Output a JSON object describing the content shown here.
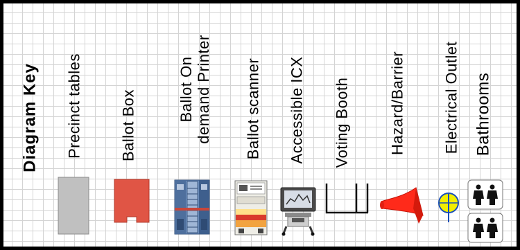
{
  "title": "Diagram Key",
  "items": [
    {
      "label": "Precinct tables"
    },
    {
      "label": "Ballot Box"
    },
    {
      "label": "Ballot On demand Printer"
    },
    {
      "label": "Ballot scanner"
    },
    {
      "label": "Accessible ICX"
    },
    {
      "label": "Voting Booth"
    },
    {
      "label": "Hazard/Barrier"
    },
    {
      "label": "Electrical Outlet"
    },
    {
      "label": "Bathrooms"
    }
  ],
  "colors": {
    "border": "#000000",
    "grid": "#d4d4d4",
    "table": "#c0c0c0",
    "ballot_box": "#e05545",
    "printer": "#5a7fae",
    "scanner_band": "#d93a2b",
    "hazard": "#ff2a1a",
    "outlet": "#f2ee00"
  }
}
